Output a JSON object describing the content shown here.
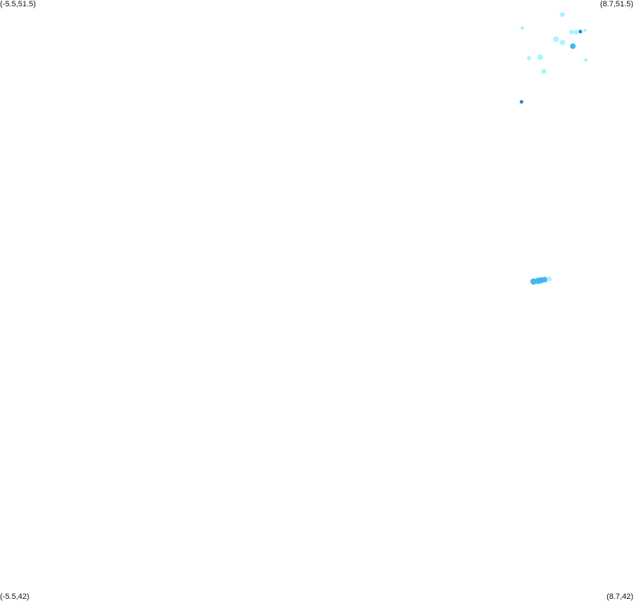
{
  "map": {
    "corners": {
      "top_left": "(-5.5,51.5)",
      "top_right": "(8.7,51.5)",
      "bottom_left": "(-5.5,42)",
      "bottom_right": "(8.7,42)"
    },
    "bounds": {
      "lon_min": -5.5,
      "lon_max": 8.7,
      "lat_min": 42,
      "lat_max": 51.5
    },
    "colors": {
      "background": "#ffffff",
      "light": "#9ff3ff",
      "medium": "#3ab4ef",
      "dark": "#1577cc"
    },
    "points": [
      {
        "lon": 7.1,
        "lat": 51.27,
        "level": "light",
        "size": 3.5
      },
      {
        "lon": 6.2,
        "lat": 51.06,
        "level": "light",
        "size": 2.5
      },
      {
        "lon": 7.3,
        "lat": 50.99,
        "level": "light",
        "size": 3.5
      },
      {
        "lon": 7.4,
        "lat": 50.99,
        "level": "light",
        "size": 3.5
      },
      {
        "lon": 7.5,
        "lat": 51.0,
        "level": "dark",
        "size": 2.5
      },
      {
        "lon": 7.6,
        "lat": 51.02,
        "level": "light",
        "size": 2.5
      },
      {
        "lon": 6.95,
        "lat": 50.88,
        "level": "light",
        "size": 4.0
      },
      {
        "lon": 7.1,
        "lat": 50.83,
        "level": "light",
        "size": 4.0
      },
      {
        "lon": 7.33,
        "lat": 50.77,
        "level": "medium",
        "size": 4.0
      },
      {
        "lon": 6.6,
        "lat": 50.6,
        "level": "light",
        "size": 4.0
      },
      {
        "lon": 6.35,
        "lat": 50.58,
        "level": "light",
        "size": 3.0
      },
      {
        "lon": 7.62,
        "lat": 50.55,
        "level": "light",
        "size": 2.5
      },
      {
        "lon": 6.68,
        "lat": 50.37,
        "level": "light",
        "size": 3.5
      },
      {
        "lon": 6.18,
        "lat": 49.89,
        "level": "dark",
        "size": 2.5
      },
      {
        "lon": 6.45,
        "lat": 47.05,
        "level": "medium",
        "size": 4.5
      },
      {
        "lon": 6.55,
        "lat": 47.06,
        "level": "medium",
        "size": 4.5
      },
      {
        "lon": 6.62,
        "lat": 47.07,
        "level": "medium",
        "size": 4.5
      },
      {
        "lon": 6.7,
        "lat": 47.08,
        "level": "medium",
        "size": 4.0
      },
      {
        "lon": 6.8,
        "lat": 47.09,
        "level": "light",
        "size": 3.5
      }
    ]
  }
}
